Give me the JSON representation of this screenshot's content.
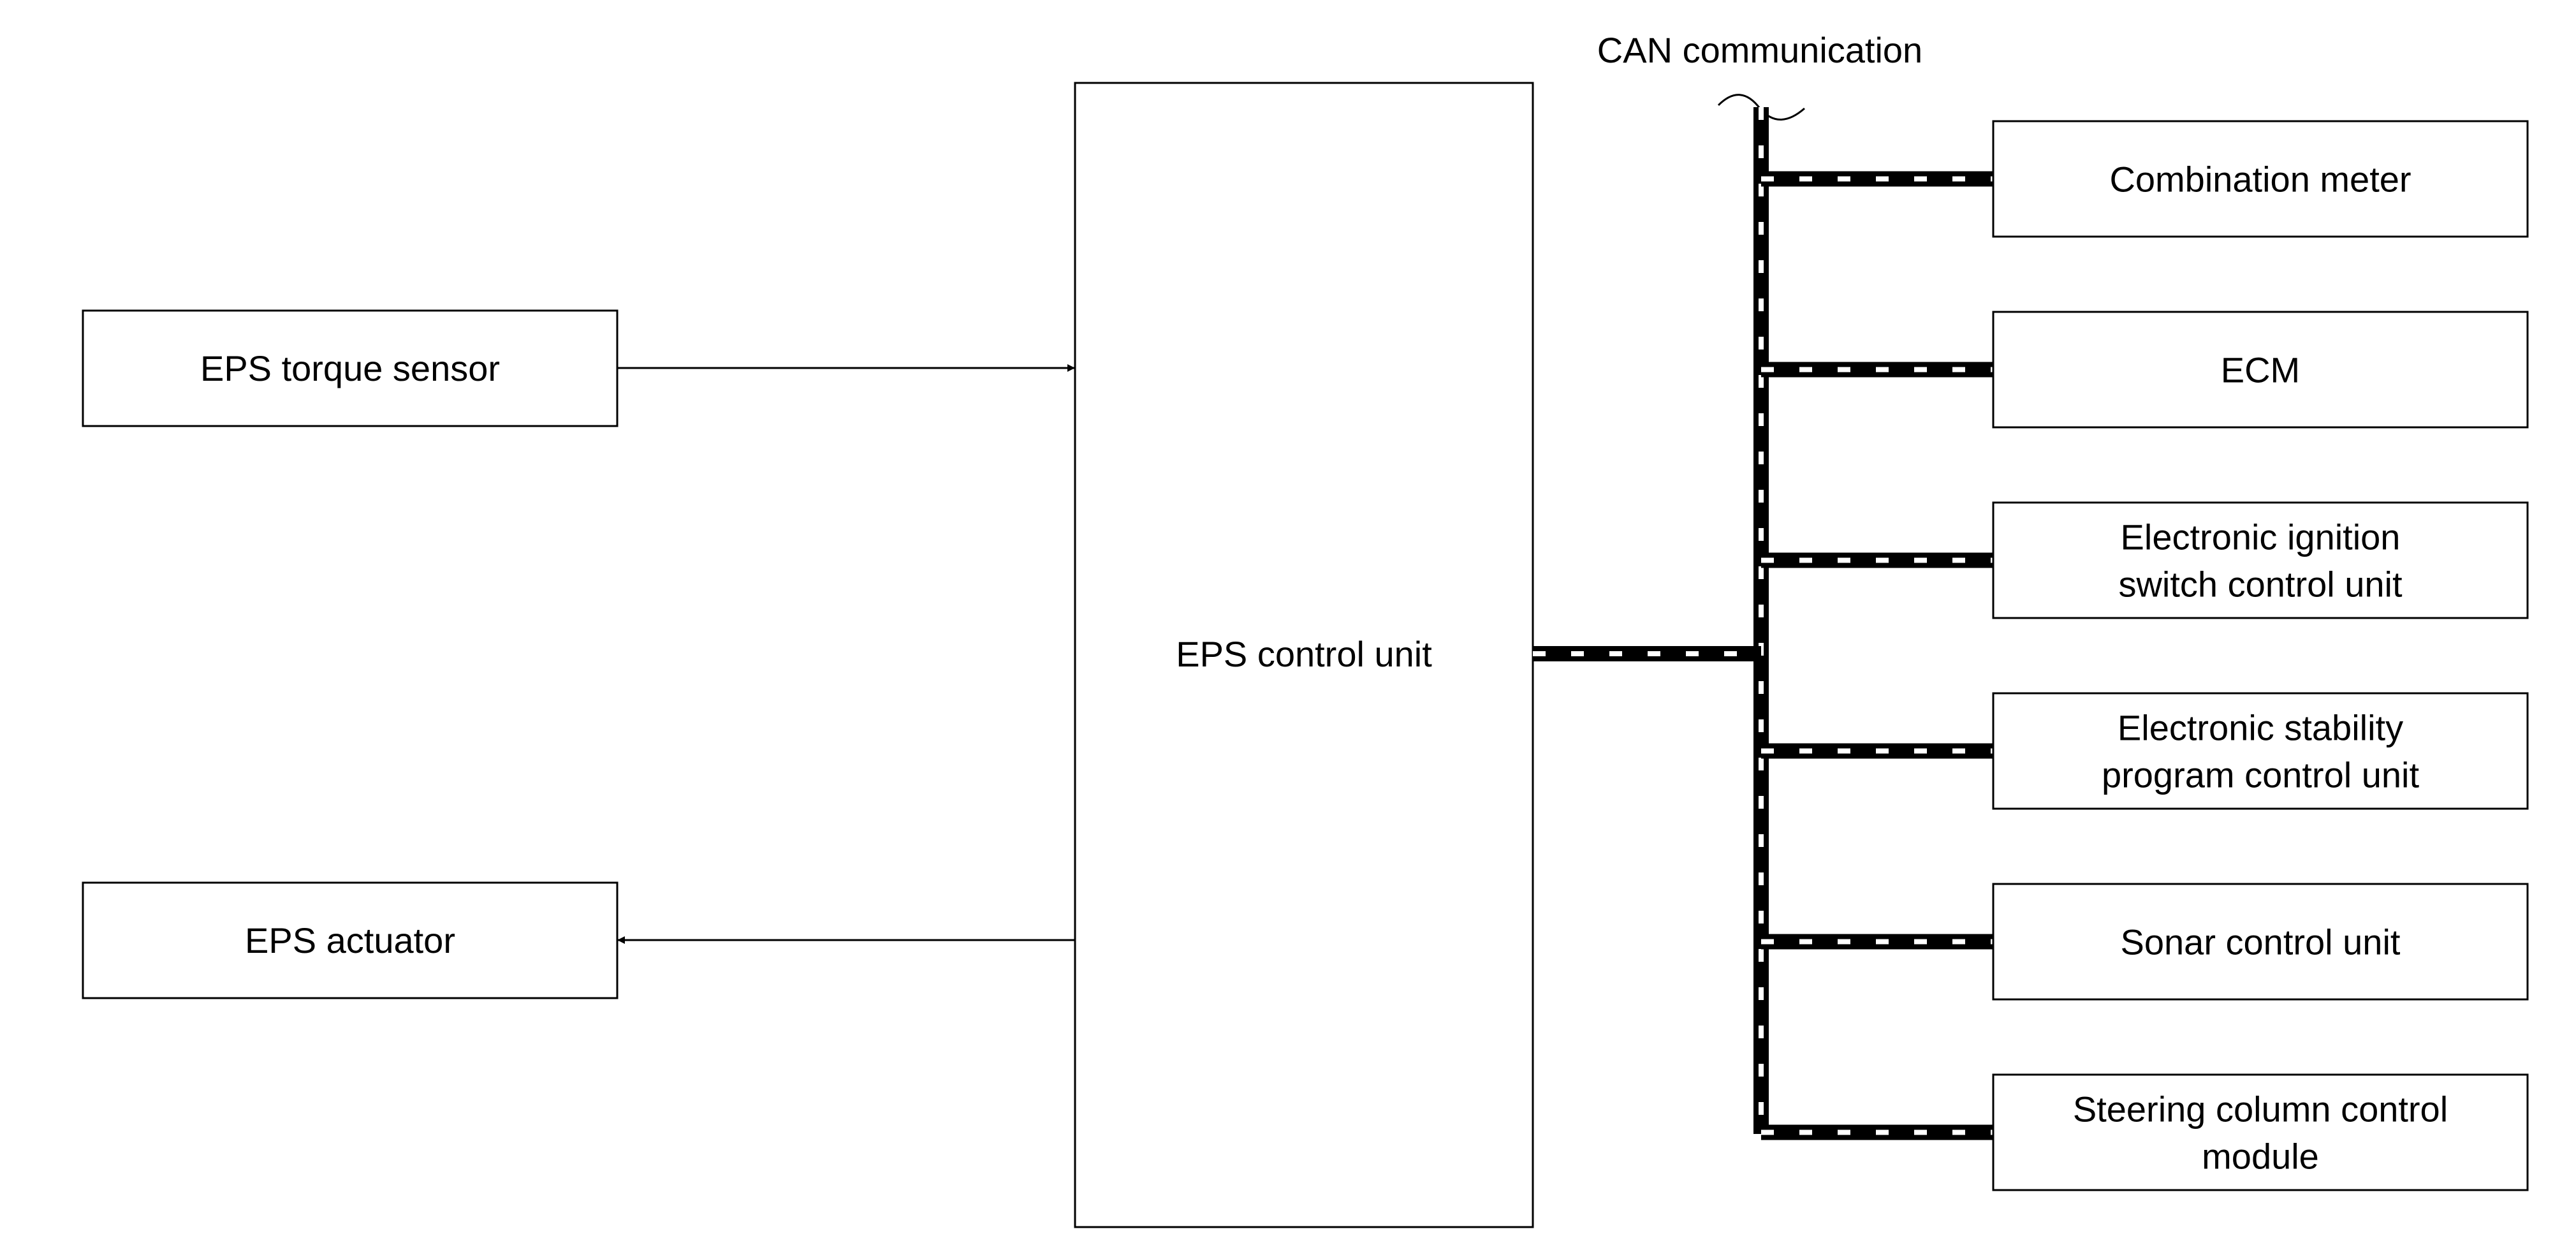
{
  "diagram": {
    "bus_label": "CAN communication",
    "control_unit": {
      "label": "EPS control unit"
    },
    "torque_sensor": {
      "label": "EPS torque sensor"
    },
    "actuator": {
      "label": "EPS actuator"
    },
    "can_nodes": [
      {
        "lines": [
          "Combination meter"
        ]
      },
      {
        "lines": [
          "ECM"
        ]
      },
      {
        "lines": [
          "Electronic ignition",
          "switch control unit"
        ]
      },
      {
        "lines": [
          "Electronic stability",
          "program control unit"
        ]
      },
      {
        "lines": [
          "Sonar control unit"
        ]
      },
      {
        "lines": [
          "Steering column control",
          "module"
        ]
      }
    ],
    "colors": {
      "line": "#000000",
      "background": "#ffffff"
    }
  }
}
